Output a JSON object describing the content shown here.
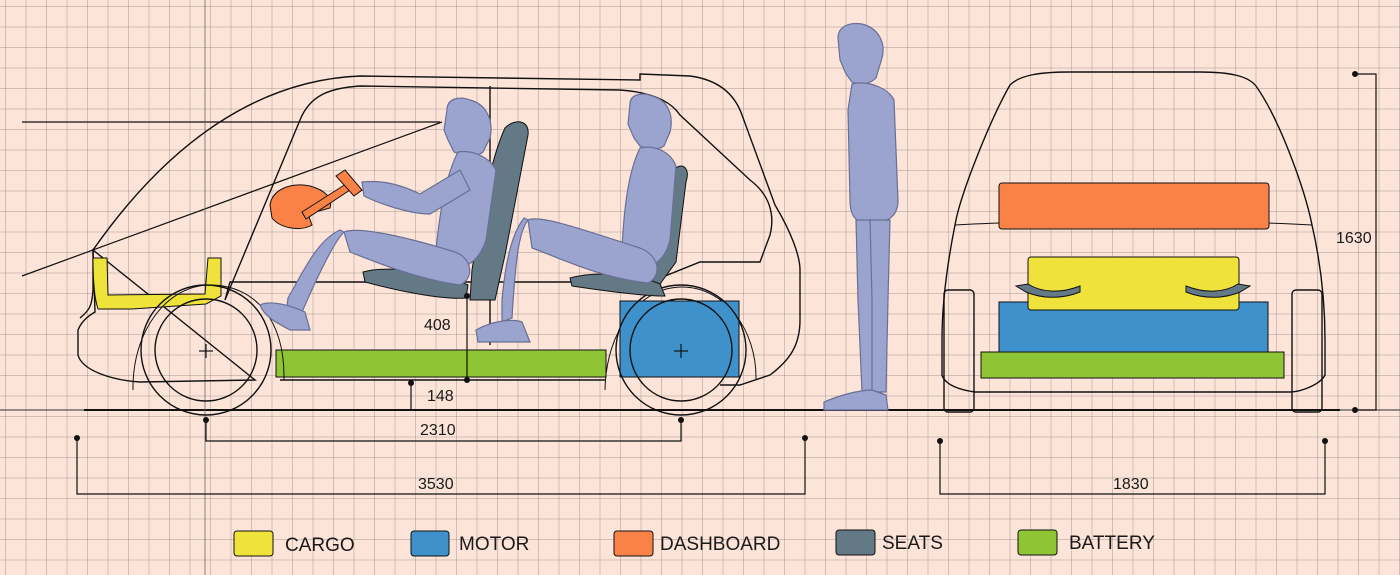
{
  "dimensions": {
    "seat_height": "408",
    "ground_clearance": "148",
    "wheelbase": "2310",
    "overall_length": "3530",
    "overall_width": "1830",
    "overall_height": "1630"
  },
  "legend": [
    {
      "label": "CARGO",
      "color": "#efe23b"
    },
    {
      "label": "MOTOR",
      "color": "#3f91cb"
    },
    {
      "label": "DASHBOARD",
      "color": "#fb8247"
    },
    {
      "label": "SEATS",
      "color": "#637a86"
    },
    {
      "label": "BATTERY",
      "color": "#8fc534"
    }
  ],
  "colors": {
    "cargo": "#efe23b",
    "motor": "#3f91cb",
    "dashboard": "#fb8247",
    "seats": "#637a86",
    "battery": "#8fc534",
    "person": "#9aa4cf"
  }
}
